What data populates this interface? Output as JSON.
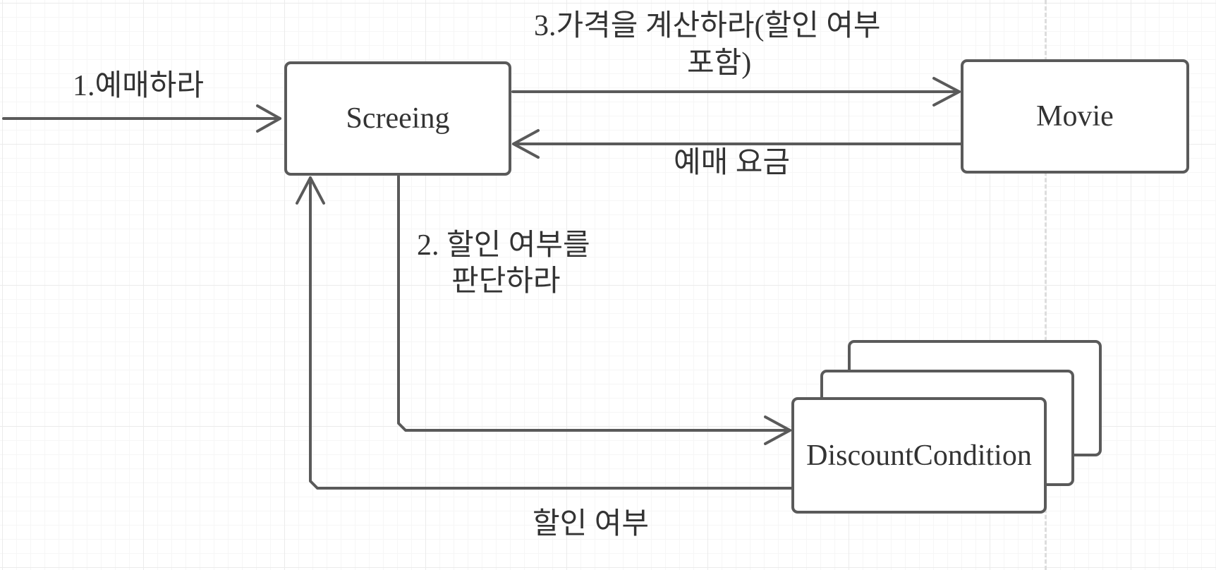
{
  "nodes": {
    "screening": "Screeing",
    "movie": "Movie",
    "discount_condition": "DiscountCondition"
  },
  "messages": {
    "m1": "1.예매하라",
    "m2_line1": "2. 할인 여부를",
    "m2_line2": "판단하라",
    "m3_line1": "3.가격을 계산하라(할인 여부",
    "m3_line2": "포함)",
    "return_fee": "예매 요금",
    "return_discount": "할인 여부"
  },
  "colors": {
    "stroke": "#5a5a5a",
    "text": "#333333",
    "grid": "#ebebeb"
  }
}
